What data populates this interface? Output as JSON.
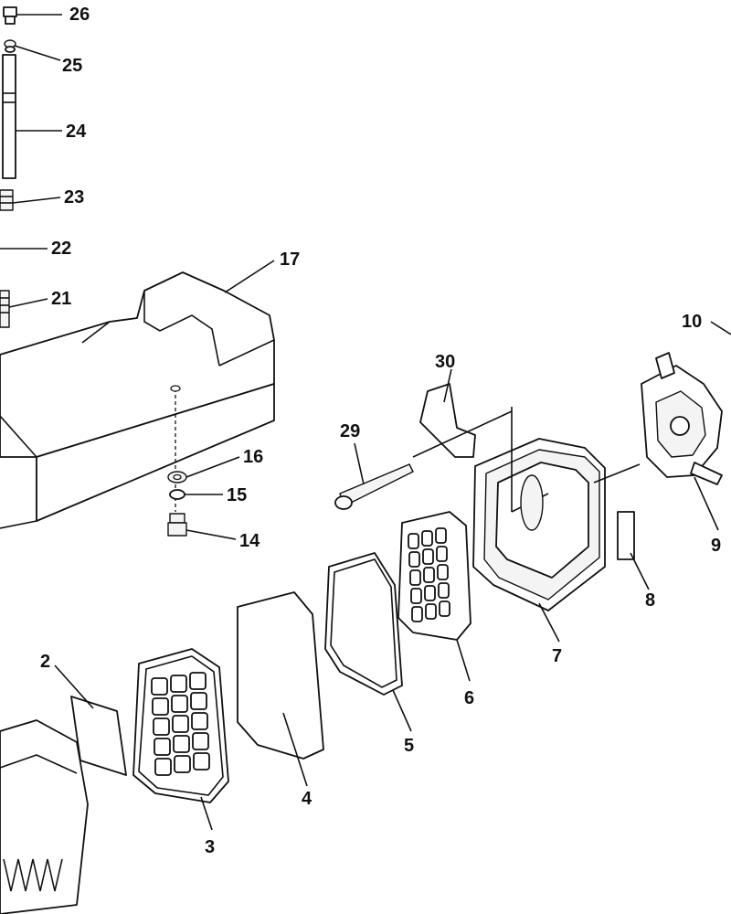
{
  "callouts": [
    {
      "key": "c26",
      "text": "26"
    },
    {
      "key": "c25",
      "text": "25"
    },
    {
      "key": "c24",
      "text": "24"
    },
    {
      "key": "c23",
      "text": "23"
    },
    {
      "key": "c22",
      "text": "22"
    },
    {
      "key": "c21",
      "text": "21"
    },
    {
      "key": "c17",
      "text": "17"
    },
    {
      "key": "c16",
      "text": "16"
    },
    {
      "key": "c15",
      "text": "15"
    },
    {
      "key": "c14",
      "text": "14"
    },
    {
      "key": "c30",
      "text": "30"
    },
    {
      "key": "c29",
      "text": "29"
    },
    {
      "key": "c10",
      "text": "10"
    },
    {
      "key": "c9",
      "text": "9"
    },
    {
      "key": "c8",
      "text": "8"
    },
    {
      "key": "c7",
      "text": "7"
    },
    {
      "key": "c6",
      "text": "6"
    },
    {
      "key": "c5",
      "text": "5"
    },
    {
      "key": "c4",
      "text": "4"
    },
    {
      "key": "c3",
      "text": "3"
    },
    {
      "key": "c2",
      "text": "2"
    }
  ]
}
